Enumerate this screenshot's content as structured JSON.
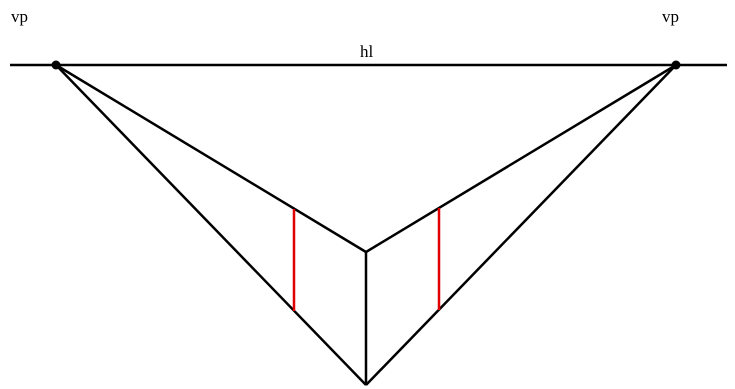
{
  "diagram": {
    "labels": {
      "vanishing_point_left": "vp",
      "vanishing_point_right": "vp",
      "horizon_line": "hl"
    },
    "colors": {
      "line": "#000000",
      "highlight": "#e00000",
      "background": "#ffffff"
    }
  }
}
